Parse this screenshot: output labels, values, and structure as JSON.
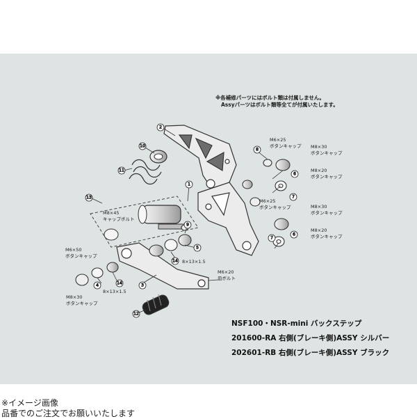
{
  "notes": {
    "line1": "※各補修パーツにはボルト類は付属しません。",
    "line2": "Assyパーツはボルト類等全てが付属いたします。"
  },
  "callouts": {
    "c1": "1",
    "c2": "2",
    "c3": "3",
    "c4": "4",
    "c5": "5",
    "c6a": "6",
    "c6b": "6",
    "c7a": "7",
    "c7b": "7",
    "c8": "8",
    "c9": "9",
    "c10": "10",
    "c11": "11",
    "c12": "12",
    "c13": "13",
    "c14a": "14",
    "c14b": "14"
  },
  "labels": {
    "m6x25_a": "M6×25",
    "cap_a": "ボタンキャップ",
    "m8x30_a": "M8×30",
    "cap_b": "ボタンキャップ",
    "m8x20_a": "M8×20",
    "cap_c": "ボタンキャップ",
    "m6x25_b": "M6×25",
    "cap_d": "ボタンキャップ",
    "m8x30_b": "M8×30",
    "cap_e": "ボタンキャップ",
    "m8x20_b": "M8×20",
    "cap_f": "ボタンキャップ",
    "m8x45": "M8×45",
    "capbolt": "キャップボルト",
    "m6x50": "M6×50",
    "cap_g": "ボタンキャップ",
    "washer_a": "8×13×1.5",
    "washer_b": "8×13×1.5",
    "m6x20": "M6×20",
    "sara": "皿ボルト",
    "m8x30_c": "M8×30",
    "cap_h": "ボタンキャップ"
  },
  "titles": {
    "line1": "NSF100・NSR-mini バックステップ",
    "line2": "201600-RA 右側(ブレーキ側)ASSY シルバー",
    "line3": "202601-RB 右側(ブレーキ側)ASSY ブラック"
  },
  "footer": {
    "line1": "※イメージ画像",
    "line2": "品番でのご注文でお願いいたします"
  }
}
